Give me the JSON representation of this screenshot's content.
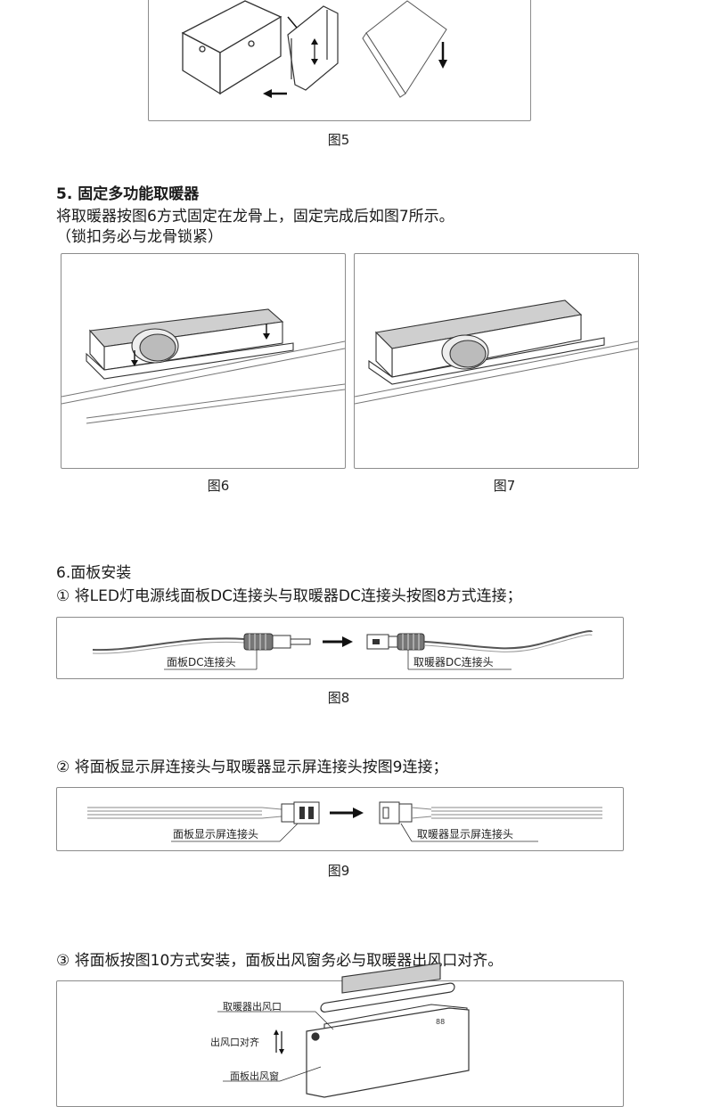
{
  "fig5": {
    "caption": "图5"
  },
  "section5": {
    "heading": "5. 固定多功能取暖器",
    "line1": "将取暖器按图6方式固定在龙骨上，固定完成后如图7所示。",
    "line2": "（锁扣务必与龙骨锁紧）"
  },
  "fig6": {
    "caption": "图6"
  },
  "fig7": {
    "caption": "图7"
  },
  "section6": {
    "heading": "6.面板安装",
    "step1": "① 将LED灯电源线面板DC连接头与取暖器DC连接头按图8方式连接；"
  },
  "fig8": {
    "label_left": "面板DC连接头",
    "label_right": "取暖器DC连接头",
    "caption": "图8"
  },
  "step2": {
    "text": "② 将面板显示屏连接头与取暖器显示屏连接头按图9连接；"
  },
  "fig9": {
    "label_left": "面板显示屏连接头",
    "label_right": "取暖器显示屏连接头",
    "caption": "图9"
  },
  "step3": {
    "text": "③ 将面板按图10方式安装，面板出风窗务必与取暖器出风口对齐。"
  },
  "fig10": {
    "label_outlet": "取暖器出风口",
    "label_align": "出风口对齐",
    "label_window": "面板出风窗"
  }
}
